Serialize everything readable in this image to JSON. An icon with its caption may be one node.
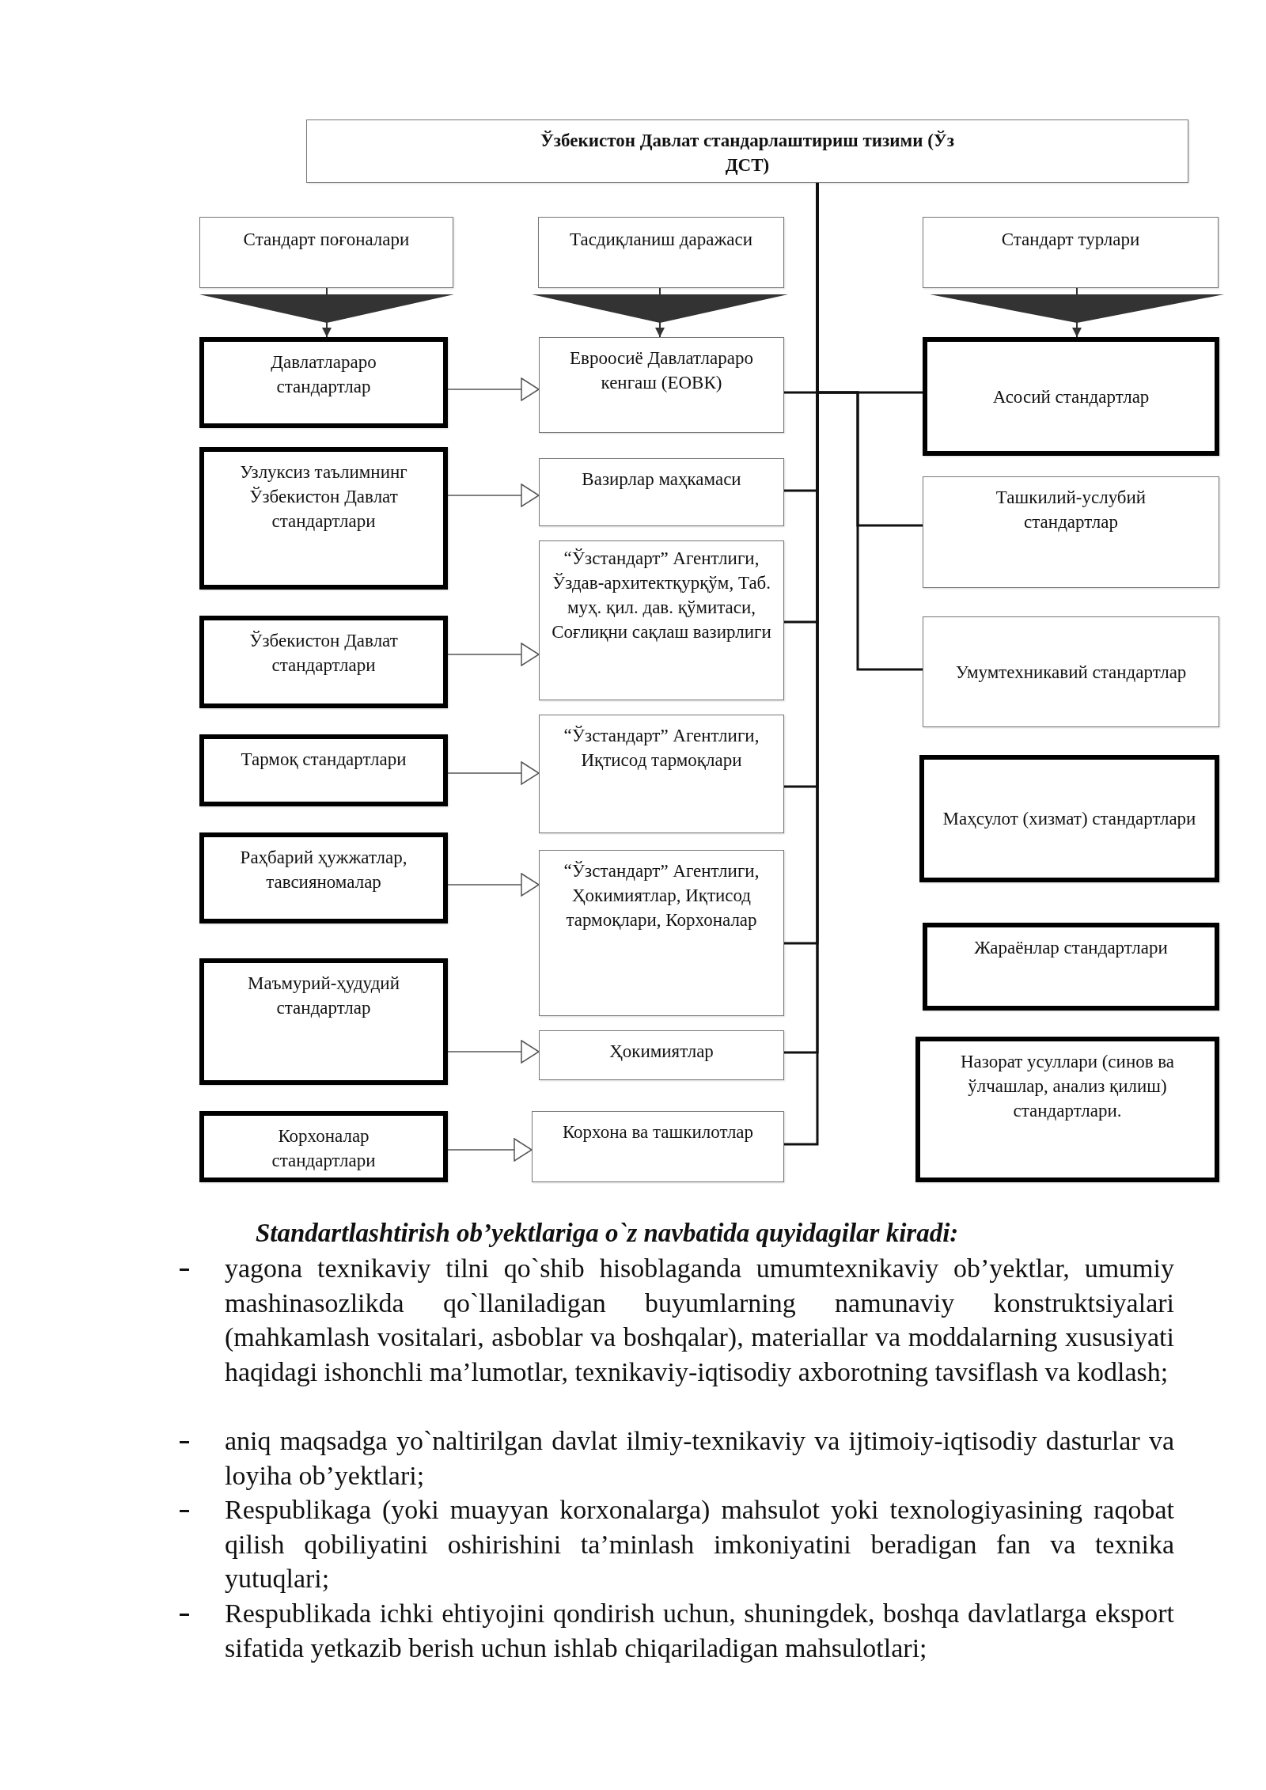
{
  "diagram": {
    "nodes": [
      {
        "text": [
          "Ўзбекистон Давлат стандарлаштириш тизими (Ўз ДСТ)"
        ]
      },
      {
        "text": [
          "Стандарт поғоналари"
        ]
      },
      {
        "text": [
          "Тасдиқланиш даражаси"
        ]
      },
      {
        "text": [
          "Стандарт турлари"
        ]
      },
      {
        "text": [
          "Давлатлараро стандартлар"
        ]
      },
      {
        "text": [
          "Узлуксиз таълимнинг Ўзбекистон Давлат стандартлари"
        ]
      },
      {
        "text": [
          "Ўзбекистон Давлат стандартлари"
        ]
      },
      {
        "text": [
          "Тармоқ стандартлари"
        ]
      },
      {
        "text": [
          "Раҳбарий ҳужжатлар, тавсияномалар"
        ]
      },
      {
        "text": [
          "Маъмурий-ҳудудий стандартлар"
        ]
      },
      {
        "text": [
          "Корхоналар стандартлари"
        ]
      },
      {
        "text": [
          "Евроосиё Давлатлараро кенгаш (ЕОВК)"
        ]
      },
      {
        "text": [
          "Вазирлар маҳкамаси"
        ]
      },
      {
        "text": [
          "“Ўзстандарт” Агентлиги, Ўздав-архитектқурқўм, Таб. муҳ. қил. дав. қўмитаси, Соғлиқни сақлаш вазирлиги"
        ]
      },
      {
        "text": [
          "“Ўзстандарт” Агентлиги, Иқтисод тармоқлари"
        ]
      },
      {
        "text": [
          "“Ўзстандарт” Агентлиги, Ҳокимиятлар, Иқтисод тармоқлари, Корхоналар"
        ]
      },
      {
        "text": [
          "Ҳокимиятлар"
        ]
      },
      {
        "text": [
          "Корхона ва ташкилотлар"
        ]
      },
      {
        "text": [
          "Асосий стандартлар"
        ]
      },
      {
        "text": [
          "Ташкилий-услубий стандартлар"
        ]
      },
      {
        "text": [
          "Умумтехникавий стандартлар"
        ]
      },
      {
        "text": [
          "Маҳсулот (хизмат) стандартлари"
        ]
      },
      {
        "text": [
          "Жараёнлар стандартлари"
        ]
      },
      {
        "text": [
          "Назорат усуллари (синов ва ўлчашлар, анализ қилиш) стандартлари."
        ]
      }
    ],
    "edges": [
      {
        "from": 1,
        "to": 4,
        "arrow": "to"
      },
      {
        "from": 2,
        "to": 11,
        "arrow": "to"
      },
      {
        "from": 3,
        "to": 18,
        "arrow": "to"
      },
      {
        "from": 4,
        "to": 11,
        "arrow": "to"
      },
      {
        "from": 5,
        "to": 12,
        "arrow": "to"
      },
      {
        "from": 6,
        "to": 13,
        "arrow": "to"
      },
      {
        "from": 7,
        "to": 14,
        "arrow": "to"
      },
      {
        "from": 8,
        "to": 15,
        "arrow": "to"
      },
      {
        "from": 9,
        "to": 16,
        "arrow": "to"
      },
      {
        "from": 10,
        "to": 17,
        "arrow": "to"
      },
      {
        "from": 0,
        "to": 11,
        "arrow": "none"
      },
      {
        "from": 0,
        "to": 12,
        "arrow": "none"
      },
      {
        "from": 0,
        "to": 13,
        "arrow": "none"
      },
      {
        "from": 0,
        "to": 14,
        "arrow": "none"
      },
      {
        "from": 0,
        "to": 15,
        "arrow": "none"
      },
      {
        "from": 0,
        "to": 16,
        "arrow": "none"
      },
      {
        "from": 0,
        "to": 17,
        "arrow": "none"
      },
      {
        "from": 0,
        "to": 18,
        "arrow": "none"
      },
      {
        "from": 0,
        "to": 19,
        "arrow": "none"
      },
      {
        "from": 0,
        "to": 20,
        "arrow": "none"
      }
    ],
    "labels": [
      "Standartlashtirish ob’yektlariga o`z navbatida quyidagilar kiradi:",
      "yagona texnikaviy tilni qo`shib hisoblaganda umumtexnikaviy ob’yektlar, umumiy mashinasozlikda qo`llaniladigan buyumlarning namunaviy konstruktsiyalari (mahkamlash vositalari, asboblar va boshqalar), materiallar va moddalarning xususiyati haqidagi ishonchli ma’lumotlar, texnikaviy-iqtisodiy axborotning tavsiflash va kodlash;",
      "aniq maqsadga yo`naltirilgan davlat ilmiy-texnikaviy va ijtimoiy-iqtisodiy dasturlar va loyiha ob’yektlari;",
      "Respublikaga (yoki muayyan korxonalarga) mahsulot yoki texnologiyasining raqobat qilish qobiliyatini oshirishini ta’minlash imkoniyatini beradigan fan va texnika yutuqlari;",
      "Respublikada ichki ehtiyojini qondirish uchun, shuningdek, boshqa davlatlarga eksport sifatida yetkazib berish uchun ishlab chiqariladigan mahsulotlari;"
    ]
  }
}
